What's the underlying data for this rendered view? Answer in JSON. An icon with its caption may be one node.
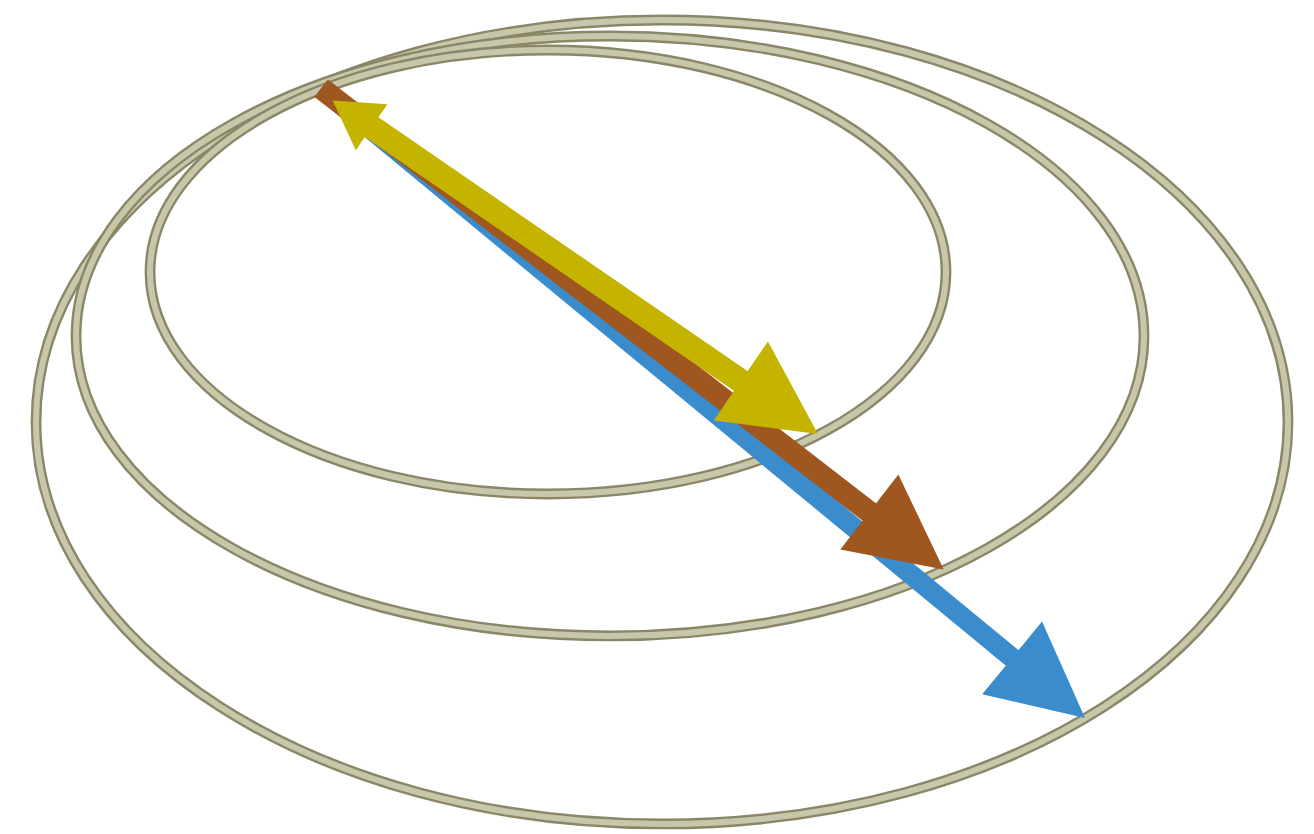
{
  "diagram": {
    "nodes": [
      {
        "text": [],
        "shape": "ellipse"
      },
      {
        "text": [],
        "shape": "ellipse",
        "in": 0
      },
      {
        "text": [],
        "shape": "ellipse",
        "in": 1
      }
    ],
    "edges": [
      {
        "from": null,
        "to": 2,
        "arrow": "both",
        "color": "#c4b400"
      },
      {
        "from": 2,
        "to": 1,
        "arrow": "to",
        "color": "#a0561f"
      },
      {
        "from": 2,
        "to": 0,
        "arrow": "to",
        "color": "#3a8ccd"
      }
    ]
  }
}
